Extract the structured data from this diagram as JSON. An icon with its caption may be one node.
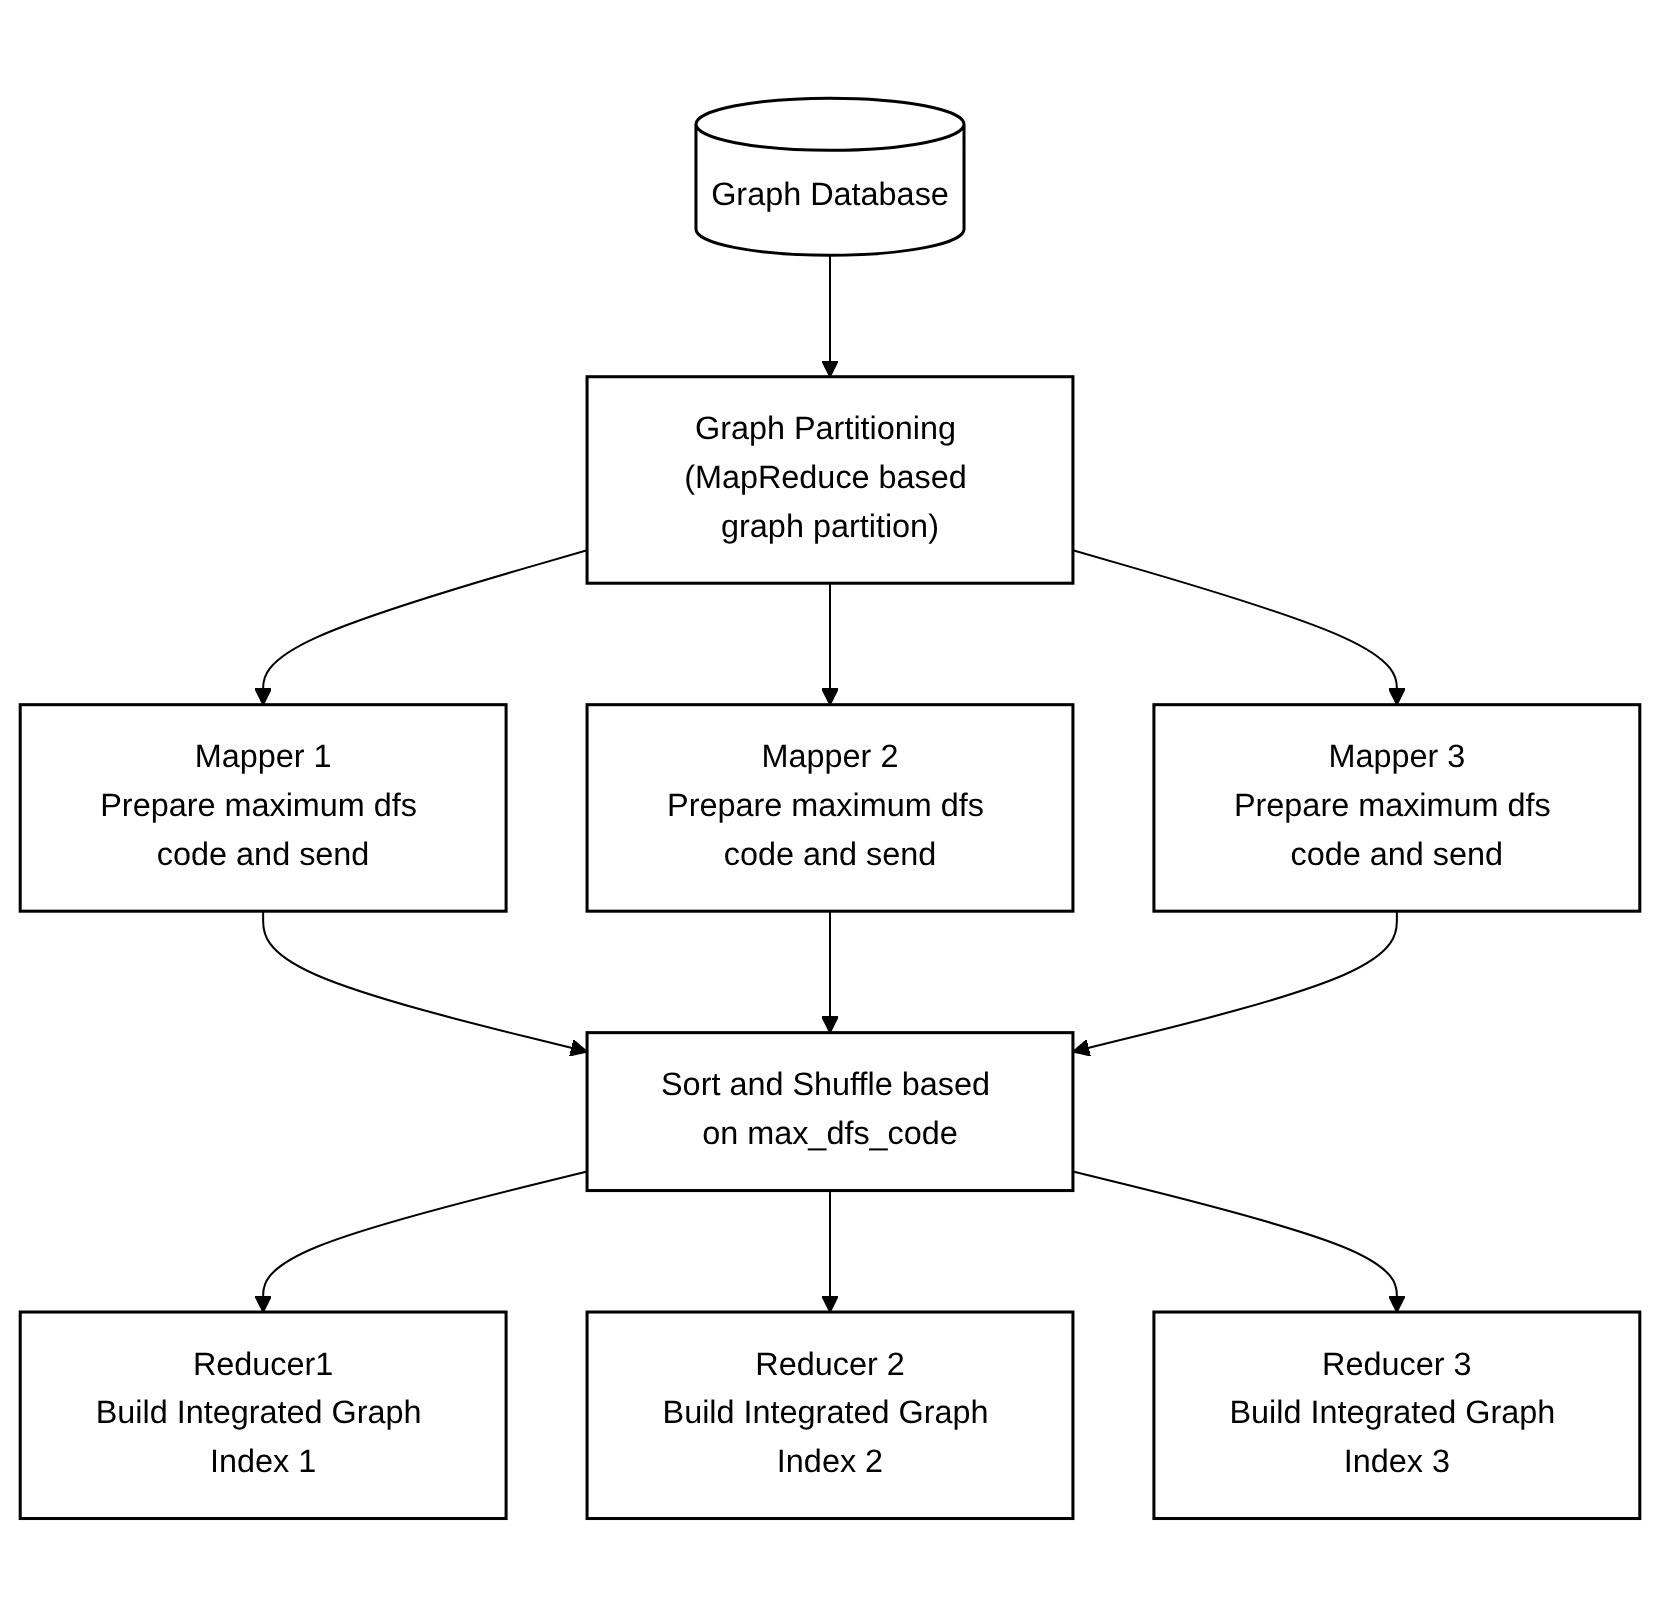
{
  "diagram": {
    "nodes": [
      {
        "text": [
          "Graph Database"
        ]
      },
      {
        "text": [
          "Graph Partitioning (MapReduce based graph partition)"
        ]
      },
      {
        "text": [
          "Mapper 1",
          "Prepare maximum dfs code and send"
        ]
      },
      {
        "text": [
          "Mapper 2",
          "Prepare maximum dfs code and send"
        ]
      },
      {
        "text": [
          "Mapper 3",
          "Prepare maximum dfs code and send"
        ]
      },
      {
        "text": [
          "Sort and Shuffle based on max_dfs_code"
        ]
      },
      {
        "text": [
          "Reducer1",
          "Build Integrated Graph Index 1"
        ]
      },
      {
        "text": [
          "Reducer 2",
          "Build Integrated Graph Index 2"
        ]
      },
      {
        "text": [
          "Reducer 3",
          "Build Integrated Graph Index 3"
        ]
      }
    ],
    "edges": [
      {
        "from": 0,
        "to": 1,
        "arrow": "to"
      },
      {
        "from": 1,
        "to": 2,
        "arrow": "to"
      },
      {
        "from": 1,
        "to": 3,
        "arrow": "to"
      },
      {
        "from": 1,
        "to": 4,
        "arrow": "to"
      },
      {
        "from": 2,
        "to": 5,
        "arrow": "to"
      },
      {
        "from": 3,
        "to": 5,
        "arrow": "to"
      },
      {
        "from": 4,
        "to": 5,
        "arrow": "to"
      },
      {
        "from": 5,
        "to": 6,
        "arrow": "to"
      },
      {
        "from": 5,
        "to": 7,
        "arrow": "to"
      },
      {
        "from": 5,
        "to": 8,
        "arrow": "to"
      }
    ]
  }
}
